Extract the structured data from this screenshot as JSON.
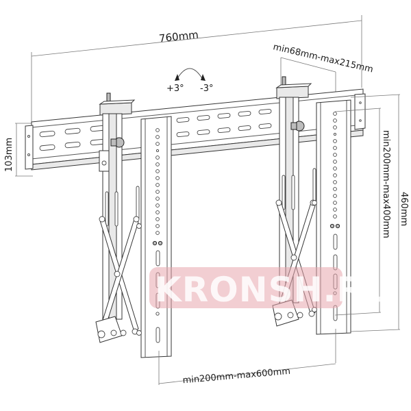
{
  "diagram": {
    "subject": "Pop-out video wall mount bracket",
    "dimensions": {
      "overall_width": "760mm",
      "depth_range": "min68mm-max215mm",
      "rail_height": "103mm",
      "bracket_height": "460mm",
      "vertical_hole_spacing": "min200mm-max400mm",
      "horizontal_bracket_spacing": "min200mm-max600mm"
    },
    "tilt": {
      "positive": "+3°",
      "negative": "-3°"
    },
    "watermark": {
      "text": "KRONSH.RU",
      "color": "#e8a5ad"
    },
    "colors": {
      "line": "#333333",
      "background": "#ffffff",
      "text": "#1a1a1a"
    }
  }
}
